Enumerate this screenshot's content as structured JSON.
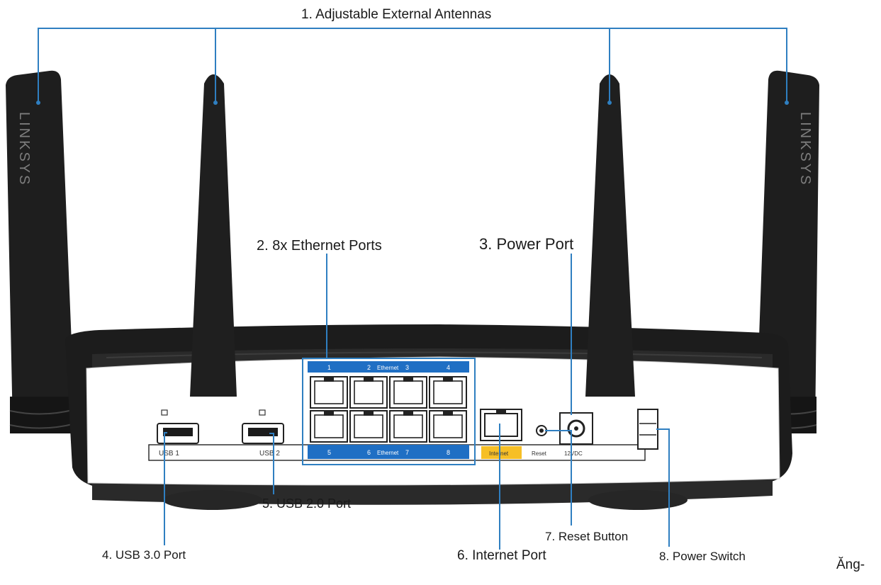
{
  "brand": "LINKSYS",
  "colors": {
    "callout": "#2f7fc1",
    "panel_blue": "#1f6fc4",
    "internet_yellow": "#f6bf26",
    "body_dark": "#1c1c1c"
  },
  "callouts": [
    {
      "id": "antennas",
      "text": "1. Adjustable External Antennas"
    },
    {
      "id": "ethernet",
      "text": "2. 8x Ethernet Ports"
    },
    {
      "id": "power-port",
      "text": "3. Power Port"
    },
    {
      "id": "usb3",
      "text": "4. USB 3.0 Port"
    },
    {
      "id": "usb2",
      "text": "5. USB 2.0 Port"
    },
    {
      "id": "internet",
      "text": "6. Internet Port"
    },
    {
      "id": "reset",
      "text": "7. Reset Button"
    },
    {
      "id": "power-switch",
      "text": "8. Power Switch"
    }
  ],
  "panel": {
    "usb1": "USB 1",
    "usb2": "USB 2",
    "internet": "Internet",
    "reset": "Reset",
    "dc": "12VDC",
    "eth_top": [
      "1",
      "2",
      "Ethernet",
      "3",
      "4"
    ],
    "eth_bottom": [
      "5",
      "6",
      "Ethernet",
      "7",
      "8"
    ]
  },
  "corner_text": "Ăng-"
}
